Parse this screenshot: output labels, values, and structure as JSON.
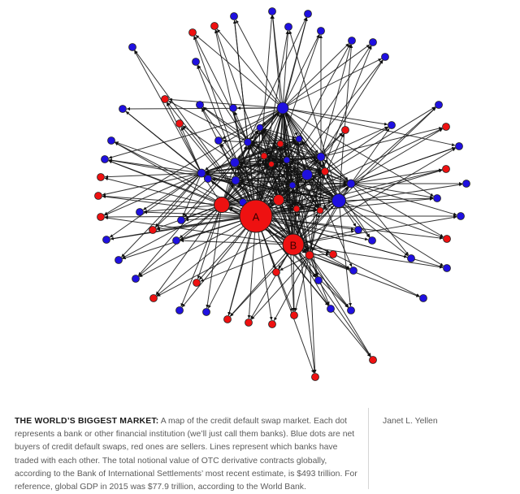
{
  "caption": {
    "lead": "THE WORLD’S BIGGEST MARKET:",
    "body": "A map of the credit default swap market. Each dot represents a bank or other financial institution (we’ll just call them banks). Blue dots are net buyers of credit default swaps, red ones are sellers. Lines represent which banks have traded with each other. The total notional value of OTC derivative contracts globally, according to the Bank of International Settlements’ most recent estimate, is $493 trillion. For reference, global GDP in 2015 was $77.9 trillion, according to the World Bank."
  },
  "author": "Janet L. Yellen",
  "colors": {
    "buyer": "#1f10e0",
    "seller": "#ee1111",
    "edge": "#111111"
  },
  "network": {
    "labels": {
      "A": "A",
      "B": "B"
    }
  }
}
